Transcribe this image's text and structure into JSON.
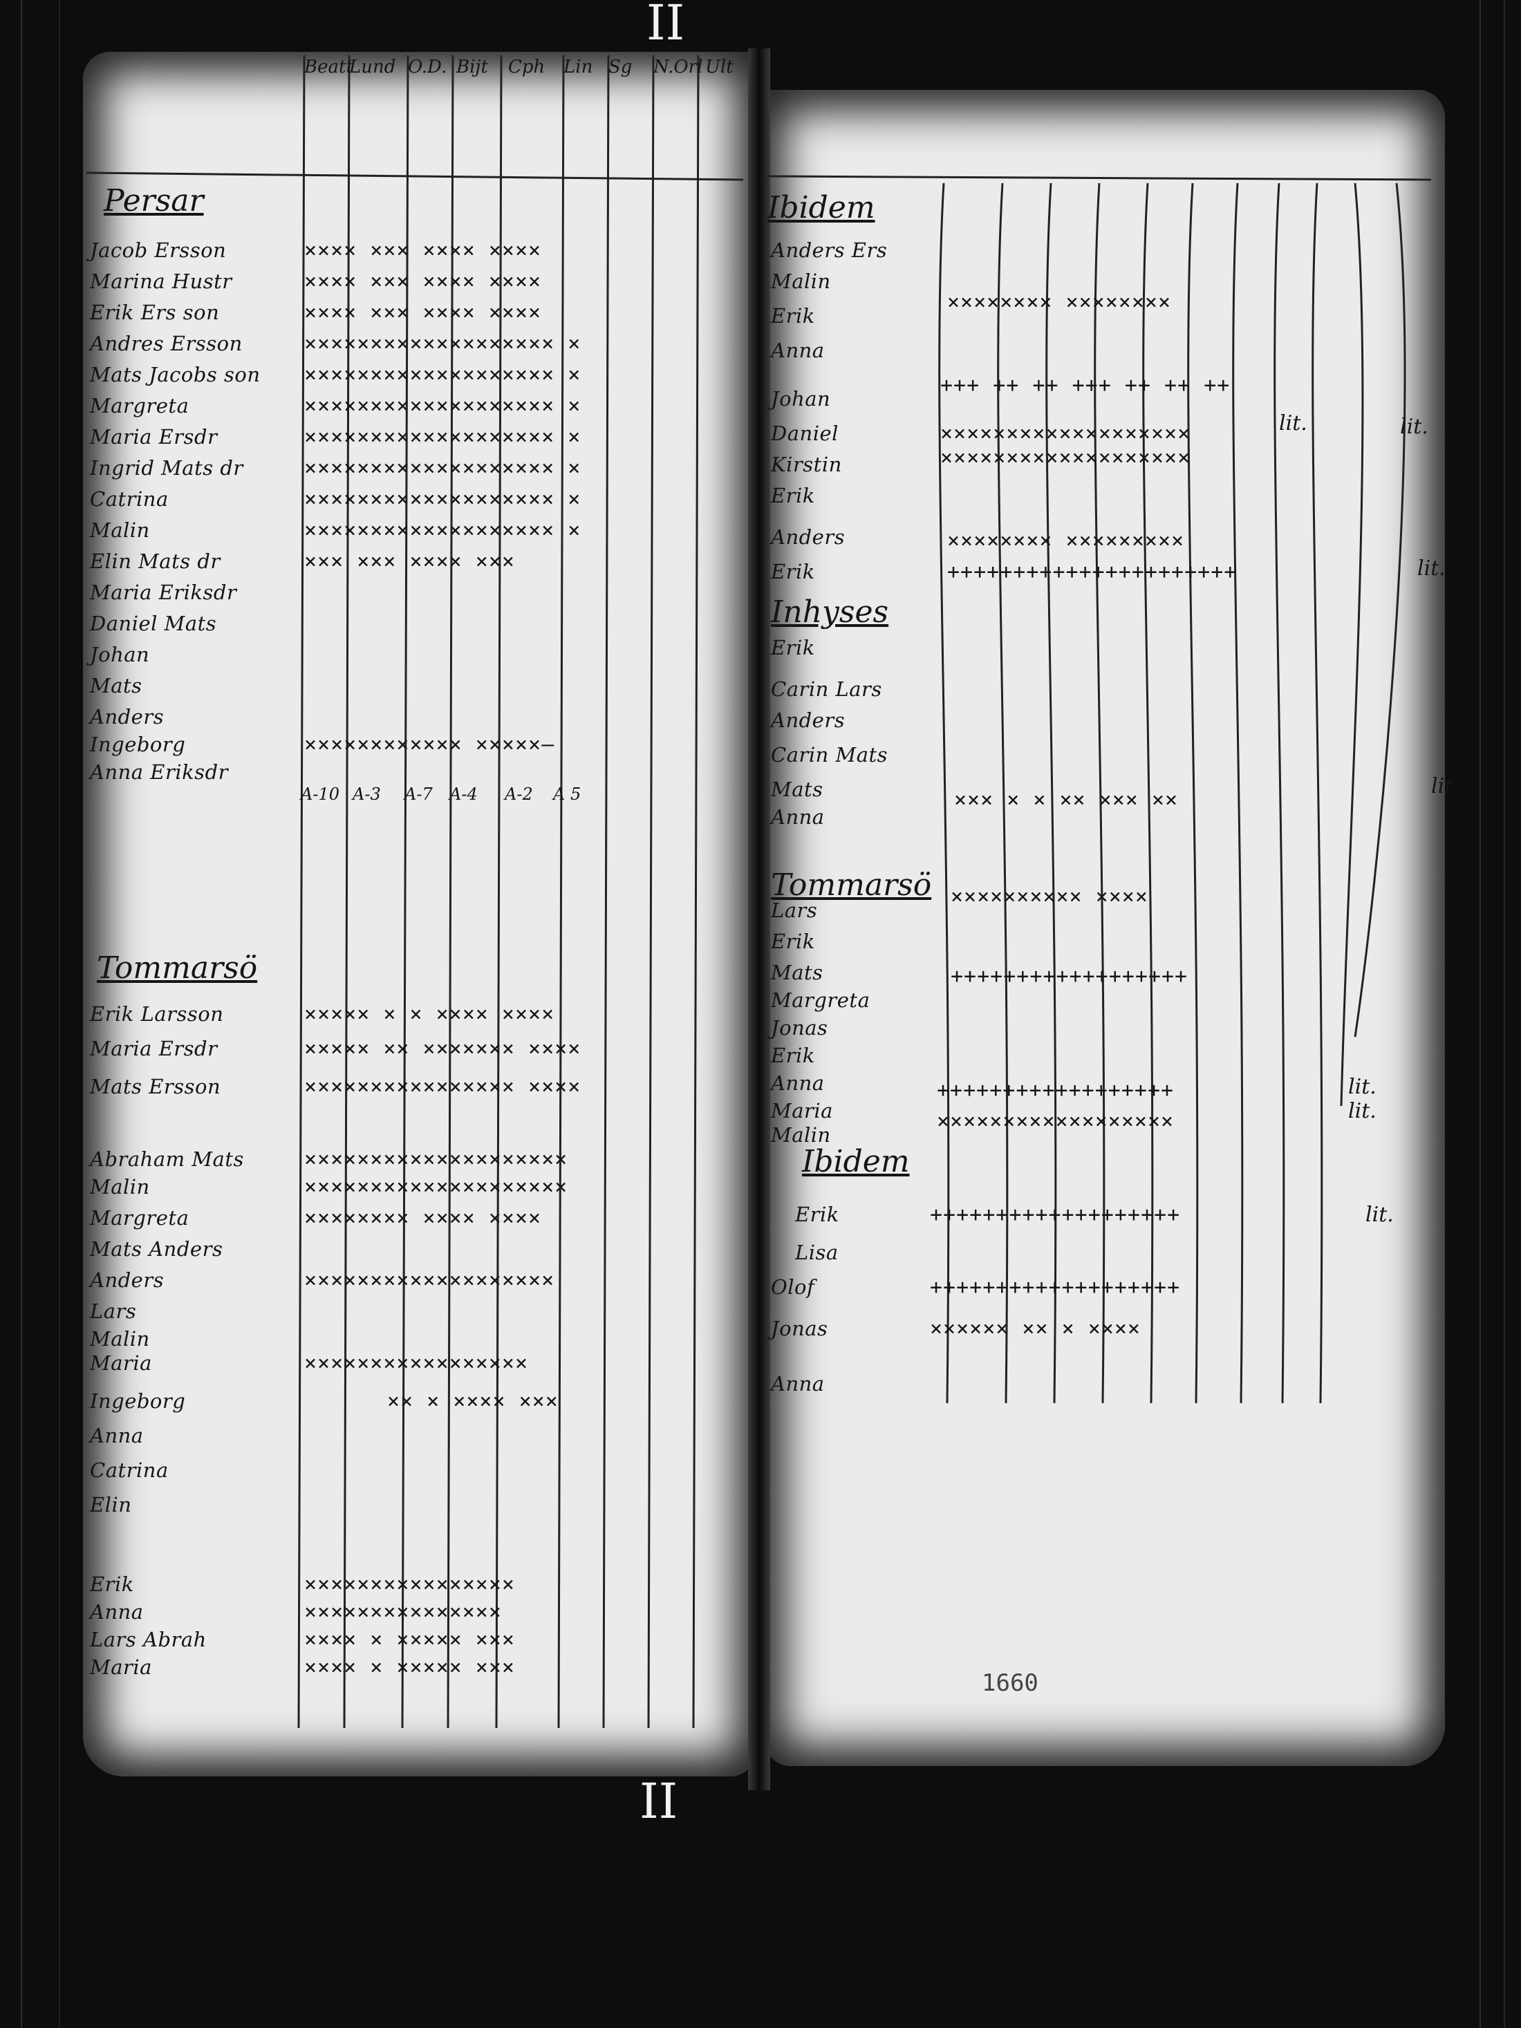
{
  "edge_marks": {
    "top": "II",
    "bottom": "II"
  },
  "left_page": {
    "headers": [
      "Beatt",
      "Lund",
      "O.D.",
      "Bijt",
      "Cph",
      "Lin",
      "Sg",
      "N.Orl",
      "Ult"
    ],
    "sections": [
      {
        "title": "Persar",
        "rows": [
          {
            "name": "Jacob Ersson",
            "marks": "××××  ×××  ××××  ××××"
          },
          {
            "name": "Marina Hustr",
            "marks": "××××  ×××  ××××  ××××"
          },
          {
            "name": "Erik Ers son",
            "marks": "××××  ×××  ××××  ××××"
          },
          {
            "name": "Andres Ersson",
            "marks": "××××××××××××××××××× ×"
          },
          {
            "name": "Mats Jacobs son",
            "marks": "××××××××××××××××××× ×"
          },
          {
            "name": "Margreta",
            "marks": "××××××××××××××××××× ×"
          },
          {
            "name": "Maria Ersdr",
            "marks": "××××××××××××××××××× ×"
          },
          {
            "name": "Ingrid Mats dr",
            "marks": "××××××××××××××××××× ×"
          },
          {
            "name": "Catrina",
            "marks": "××××××××××××××××××× ×"
          },
          {
            "name": "Malin",
            "marks": "××××××××××××××××××× ×"
          },
          {
            "name": "Elin Mats dr",
            "marks": "×××  ×××  ××××  ×××"
          },
          {
            "name": "Maria Eriksdr",
            "marks": ""
          },
          {
            "name": "Daniel Mats",
            "marks": ""
          },
          {
            "name": "Johan",
            "marks": ""
          },
          {
            "name": "Mats",
            "marks": ""
          },
          {
            "name": "Anders",
            "marks": ""
          },
          {
            "name": "Ingeborg",
            "marks": "×××××××××××× ×××××—"
          },
          {
            "name": "Anna Eriksdr",
            "marks": ""
          }
        ]
      },
      {
        "title": "Tommarsö",
        "rows": [
          {
            "name": "Erik Larsson",
            "marks": "×××××  ×  ×  ××××  ××××"
          },
          {
            "name": "Maria Ersdr",
            "marks": "×××××  ××  ×××××××  ××××"
          },
          {
            "name": "Mats Ersson",
            "marks": "××××××××××××××××  ××××"
          },
          {
            "name": "Abraham Mats",
            "marks": "××××××××××××××××××××"
          },
          {
            "name": "Malin",
            "marks": "××××××××××××××××××××"
          },
          {
            "name": "Margreta",
            "marks": "××××××××  ××××  ××××"
          },
          {
            "name": "Mats Anders",
            "marks": ""
          },
          {
            "name": "Anders",
            "marks": "×××××××××××××××××××"
          },
          {
            "name": "Lars",
            "marks": ""
          },
          {
            "name": "Malin",
            "marks": ""
          },
          {
            "name": "Maria",
            "marks": "×××××××××××××××××"
          },
          {
            "name": "Ingeborg",
            "marks": "××  ×  ××××  ×××"
          },
          {
            "name": "Anna",
            "marks": ""
          },
          {
            "name": "Catrina",
            "marks": ""
          },
          {
            "name": "Elin",
            "marks": ""
          },
          {
            "name": "Erik",
            "marks": "××××××××××××××××"
          },
          {
            "name": "Anna",
            "marks": "×××××××××××××××"
          },
          {
            "name": "Lars Abrah",
            "marks": "××××  ×  ×××××  ×××"
          },
          {
            "name": "Maria",
            "marks": "××××  ×  ×××××  ×××"
          }
        ]
      }
    ],
    "subheads": [
      "A-10",
      "A-3",
      "A-7",
      "A-4",
      "A-2",
      "A 5"
    ]
  },
  "right_page": {
    "sections": [
      {
        "title": "Ibidem",
        "rows": [
          {
            "name": "Anders Ers",
            "marks": ""
          },
          {
            "name": "Malin",
            "marks": "××××××××  ××××××××"
          },
          {
            "name": "Erik",
            "marks": ""
          },
          {
            "name": "Anna",
            "marks": "+++ ++ ++ +++ ++ ++ ++"
          },
          {
            "name": "Johan",
            "marks": ""
          },
          {
            "name": "Daniel",
            "marks": "×××××××××××××××××××"
          },
          {
            "name": "Kirstin",
            "marks": "×××××××××××××××××××"
          },
          {
            "name": "Erik",
            "marks": ""
          },
          {
            "name": "Anders",
            "marks": "×××××××× ×××××××××"
          },
          {
            "name": "Erik",
            "marks": "++++++++++++++++++++++"
          }
        ]
      },
      {
        "title": "Inhyses",
        "rows": [
          {
            "name": "Erik",
            "marks": ""
          },
          {
            "name": "Carin Lars",
            "marks": ""
          },
          {
            "name": "Anders",
            "marks": ""
          },
          {
            "name": "Carin Mats",
            "marks": ""
          },
          {
            "name": "Mats",
            "marks": "××× ×  ×  ×× ××× ××"
          },
          {
            "name": "Anna",
            "marks": ""
          }
        ]
      },
      {
        "title": "Tommarsö",
        "rows": [
          {
            "name": "Lars",
            "marks": "××××××××××  ××××"
          },
          {
            "name": "Erik",
            "marks": ""
          },
          {
            "name": "Mats",
            "marks": ""
          },
          {
            "name": "Margreta",
            "marks": "++++++++++++++++++"
          },
          {
            "name": "Jonas",
            "marks": ""
          },
          {
            "name": "Erik",
            "marks": ""
          },
          {
            "name": "Anna",
            "marks": ""
          },
          {
            "name": "Maria",
            "marks": "++++++++++++++++++"
          },
          {
            "name": "Malin",
            "marks": "××××××××××××××××××"
          }
        ]
      },
      {
        "title": "Ibidem",
        "rows": [
          {
            "name": "Erik",
            "marks": "+++++++++++++++++++"
          },
          {
            "name": "Lisa",
            "marks": ""
          },
          {
            "name": "Olof",
            "marks": "+++++++++++++++++++"
          },
          {
            "name": "Jonas",
            "marks": "×××××× ×× × ××××"
          },
          {
            "name": "Anna",
            "marks": ""
          }
        ]
      }
    ],
    "remarks": [
      "lit.",
      "lit.",
      "lit.",
      "lit.",
      "lit.",
      "lit.",
      "lit."
    ]
  },
  "stamp": "1660"
}
